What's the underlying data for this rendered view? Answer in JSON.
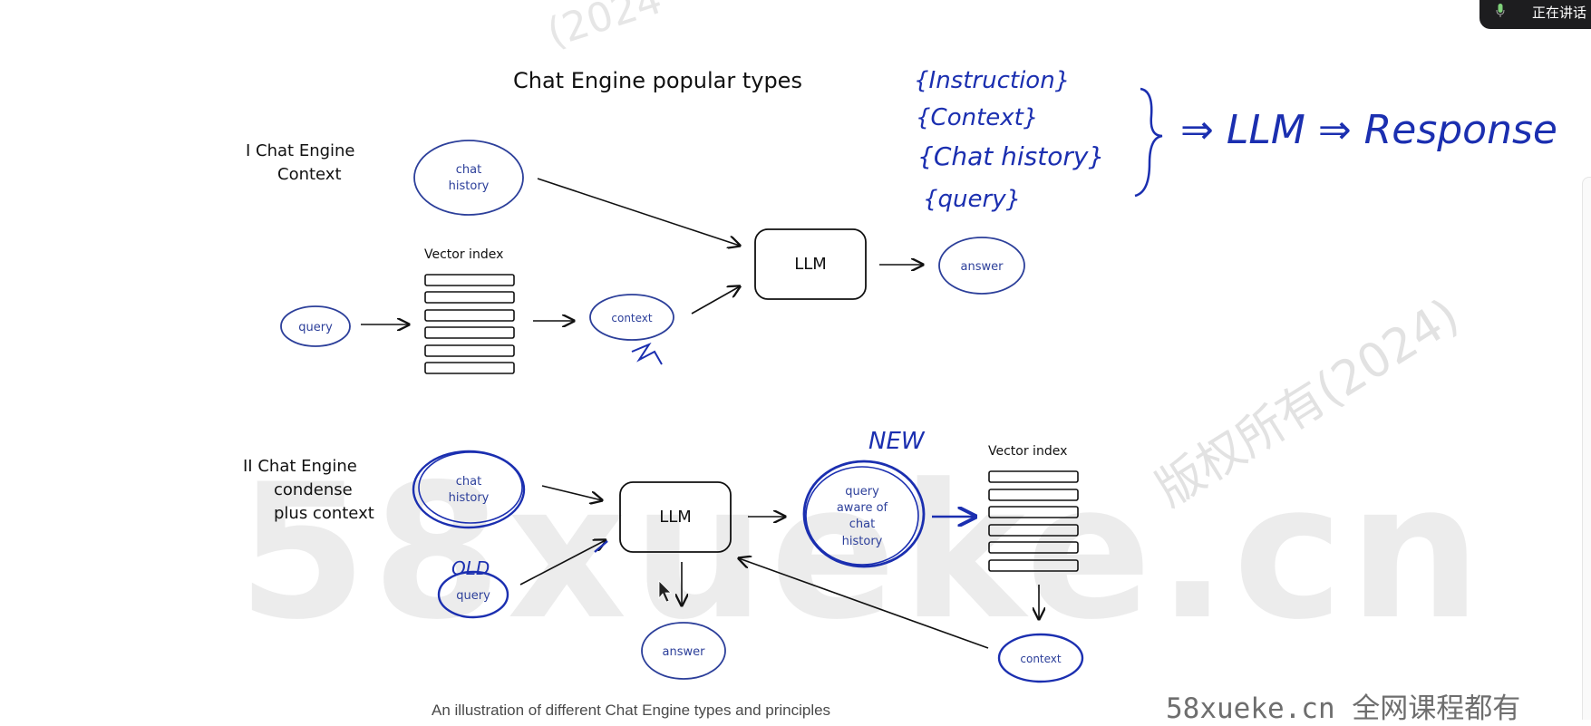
{
  "diagram": {
    "title": "Chat Engine popular types",
    "caption": "An illustration of different Chat Engine types and principles",
    "section1": {
      "label_line1": "I Chat Engine",
      "label_line2": "Context",
      "chat_history_line1": "chat",
      "chat_history_line2": "history",
      "vector_index_label": "Vector index",
      "query": "query",
      "context": "context",
      "llm": "LLM",
      "answer": "answer"
    },
    "section2": {
      "label_line1": "II Chat Engine",
      "label_line2": "condense",
      "label_line3": "plus context",
      "chat_history_line1": "chat",
      "chat_history_line2": "history",
      "query": "query",
      "llm": "LLM",
      "answer": "answer",
      "qa_line1": "query",
      "qa_line2": "aware of",
      "qa_line3": "chat",
      "qa_line4": "history",
      "vector_index_label": "Vector index",
      "context": "context"
    },
    "annotations": {
      "instruction": "{Instruction}",
      "context": "{Context}",
      "chat_history": "{Chat history}",
      "query": "{query}",
      "flow": "⇒ LLM ⇒ Response",
      "old": "OLD",
      "new": "NEW"
    }
  },
  "watermark": {
    "big": "58xueke.cn",
    "diagonal": "版权所有(2024)",
    "top_partial": "(2024",
    "bottom": "58xueke.cn 全网课程都有"
  },
  "recording_indicator": {
    "label": "正在讲话"
  },
  "colors": {
    "ink": "#111111",
    "annotation": "#1b2fb0",
    "circle": "#2c3f9a",
    "watermark": "#ececec"
  }
}
